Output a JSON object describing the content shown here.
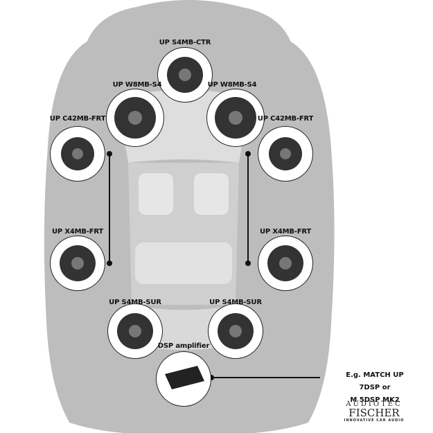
{
  "speakers": {
    "center": "UP S4MB-CTR",
    "woofer_left": "UP W8MB-S4",
    "woofer_right": "UP W8MB-S4",
    "front_comp_left": "UP C42MB-FRT",
    "front_comp_right": "UP C42MB-FRT",
    "front_coax_left": "UP X4MB-FRT",
    "front_coax_right": "UP X4MB-FRT",
    "surround_left": "UP S4MB-SUR",
    "surround_right": "UP S4MB-SUR",
    "amplifier": "DSP amplifier"
  },
  "amplifier_note": {
    "line1": "E.g. MATCH UP 7DSP or",
    "line2": "M 5DSP MK2"
  },
  "logo": {
    "line1": "AUDIOTEC",
    "line2": "FISCHER",
    "line3": "INNOVATIVE CAR AUDIO"
  },
  "colors": {
    "car_body": "#b8b8b8",
    "car_glass": "#d6d6d6",
    "line": "#111111"
  }
}
